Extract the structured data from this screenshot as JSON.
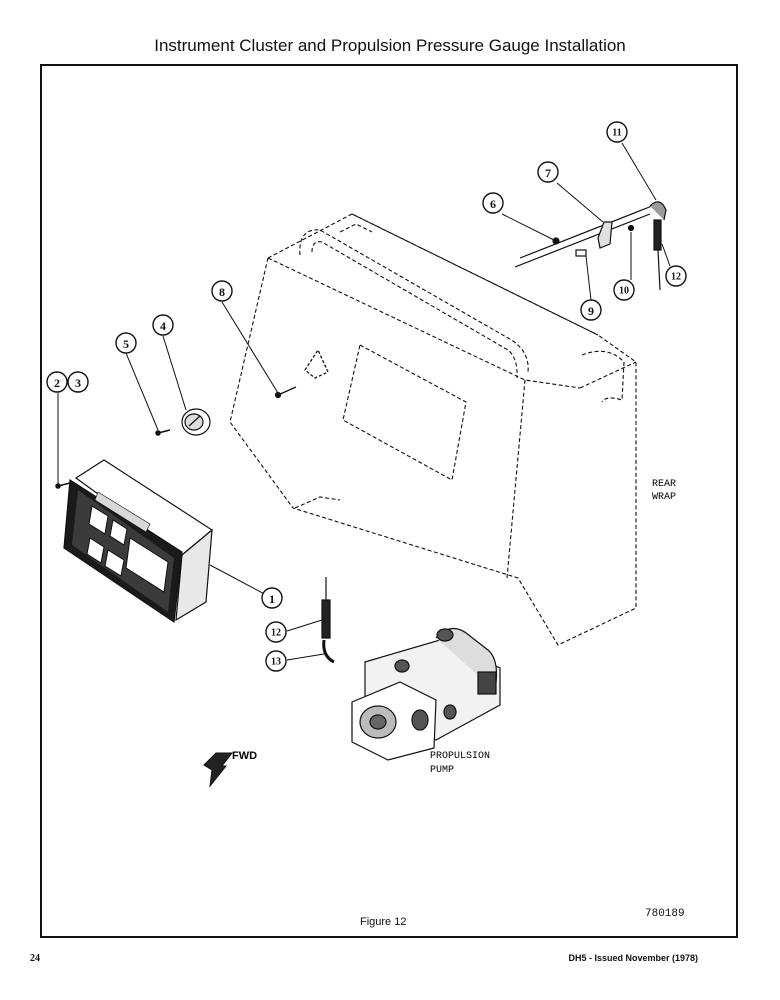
{
  "page": {
    "title": "Instrument Cluster and Propulsion Pressure Gauge Installation",
    "figure_caption": "Figure 12",
    "figure_number": "780189",
    "page_number": "24",
    "doc_issue": "DH5 - Issued November (1978)"
  },
  "diagram": {
    "callouts": [
      {
        "id": "c1",
        "text": "1"
      },
      {
        "id": "c2",
        "text": "2"
      },
      {
        "id": "c3",
        "text": "3"
      },
      {
        "id": "c4",
        "text": "4"
      },
      {
        "id": "c5",
        "text": "5"
      },
      {
        "id": "c6",
        "text": "6"
      },
      {
        "id": "c7",
        "text": "7"
      },
      {
        "id": "c8",
        "text": "8"
      },
      {
        "id": "c9",
        "text": "9"
      },
      {
        "id": "c10",
        "text": "10"
      },
      {
        "id": "c11",
        "text": "11"
      },
      {
        "id": "c12a",
        "text": "12"
      },
      {
        "id": "c12b",
        "text": "12"
      },
      {
        "id": "c13",
        "text": "13"
      }
    ],
    "labels": {
      "rear_line1": "REAR",
      "rear_line2": "WRAP",
      "pump_line1": "PROPULSION",
      "pump_line2": "PUMP",
      "fwd": "FWD"
    }
  }
}
